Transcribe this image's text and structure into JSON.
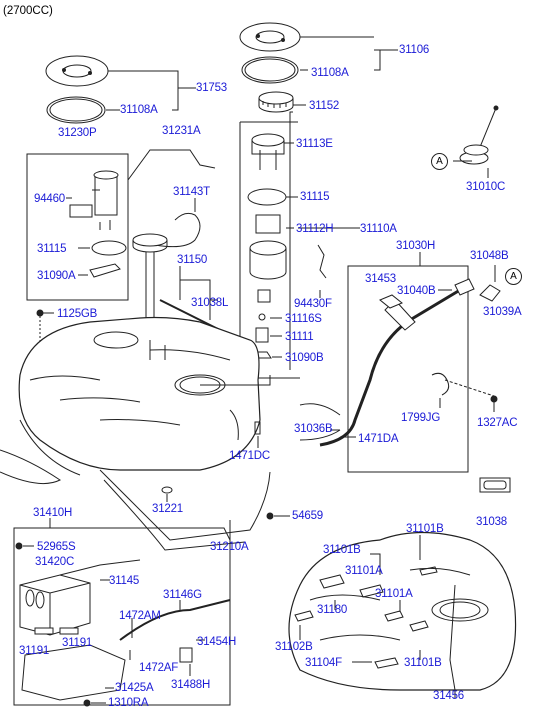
{
  "header": {
    "engine": "(2700CC)"
  },
  "callouts": {
    "a1": "A",
    "a2": "A"
  },
  "labels": {
    "p31106": "31106",
    "p31108A_top": "31108A",
    "p31753": "31753",
    "p31108A_left": "31108A",
    "p31152": "31152",
    "p31230P": "31230P",
    "p31231A": "31231A",
    "p31113E": "31113E",
    "p94460": "94460",
    "p31143T": "31143T",
    "p31115_mid": "31115",
    "p31010C": "31010C",
    "p31115_left": "31115",
    "p31112H": "31112H",
    "p31110A": "31110A",
    "p31090A_left": "31090A",
    "p31030H": "31030H",
    "p31048B": "31048B",
    "p31150": "31150",
    "p31453": "31453",
    "p31040B": "31040B",
    "p31039A": "31039A",
    "p31038L": "31038L",
    "p94430F": "94430F",
    "p1125GB": "1125GB",
    "p31116S": "31116S",
    "p31111": "31111",
    "p31090B": "31090B",
    "p1799JG": "1799JG",
    "p1327AC": "1327AC",
    "p31036B": "31036B",
    "p1471DA": "1471DA",
    "p1471DC": "1471DC",
    "p31221": "31221",
    "p54659": "54659",
    "p31038": "31038",
    "p31410H": "31410H",
    "p31101B_top": "31101B",
    "p52965S": "52965S",
    "p31210A": "31210A",
    "p31101B_mid": "31101B",
    "p31420C": "31420C",
    "p31145": "31145",
    "p31101A_a": "31101A",
    "p31146G": "31146G",
    "p31101A_b": "31101A",
    "p31180": "31180",
    "p1472AM": "1472AM",
    "p31191_a": "31191",
    "p31102B": "31102B",
    "p31454H": "31454H",
    "p31191_b": "31191",
    "p1472AF": "1472AF",
    "p31104F": "31104F",
    "p31101B_bot": "31101B",
    "p31488H": "31488H",
    "p31425A": "31425A",
    "p31456": "31456",
    "p1310RA": "1310RA"
  }
}
